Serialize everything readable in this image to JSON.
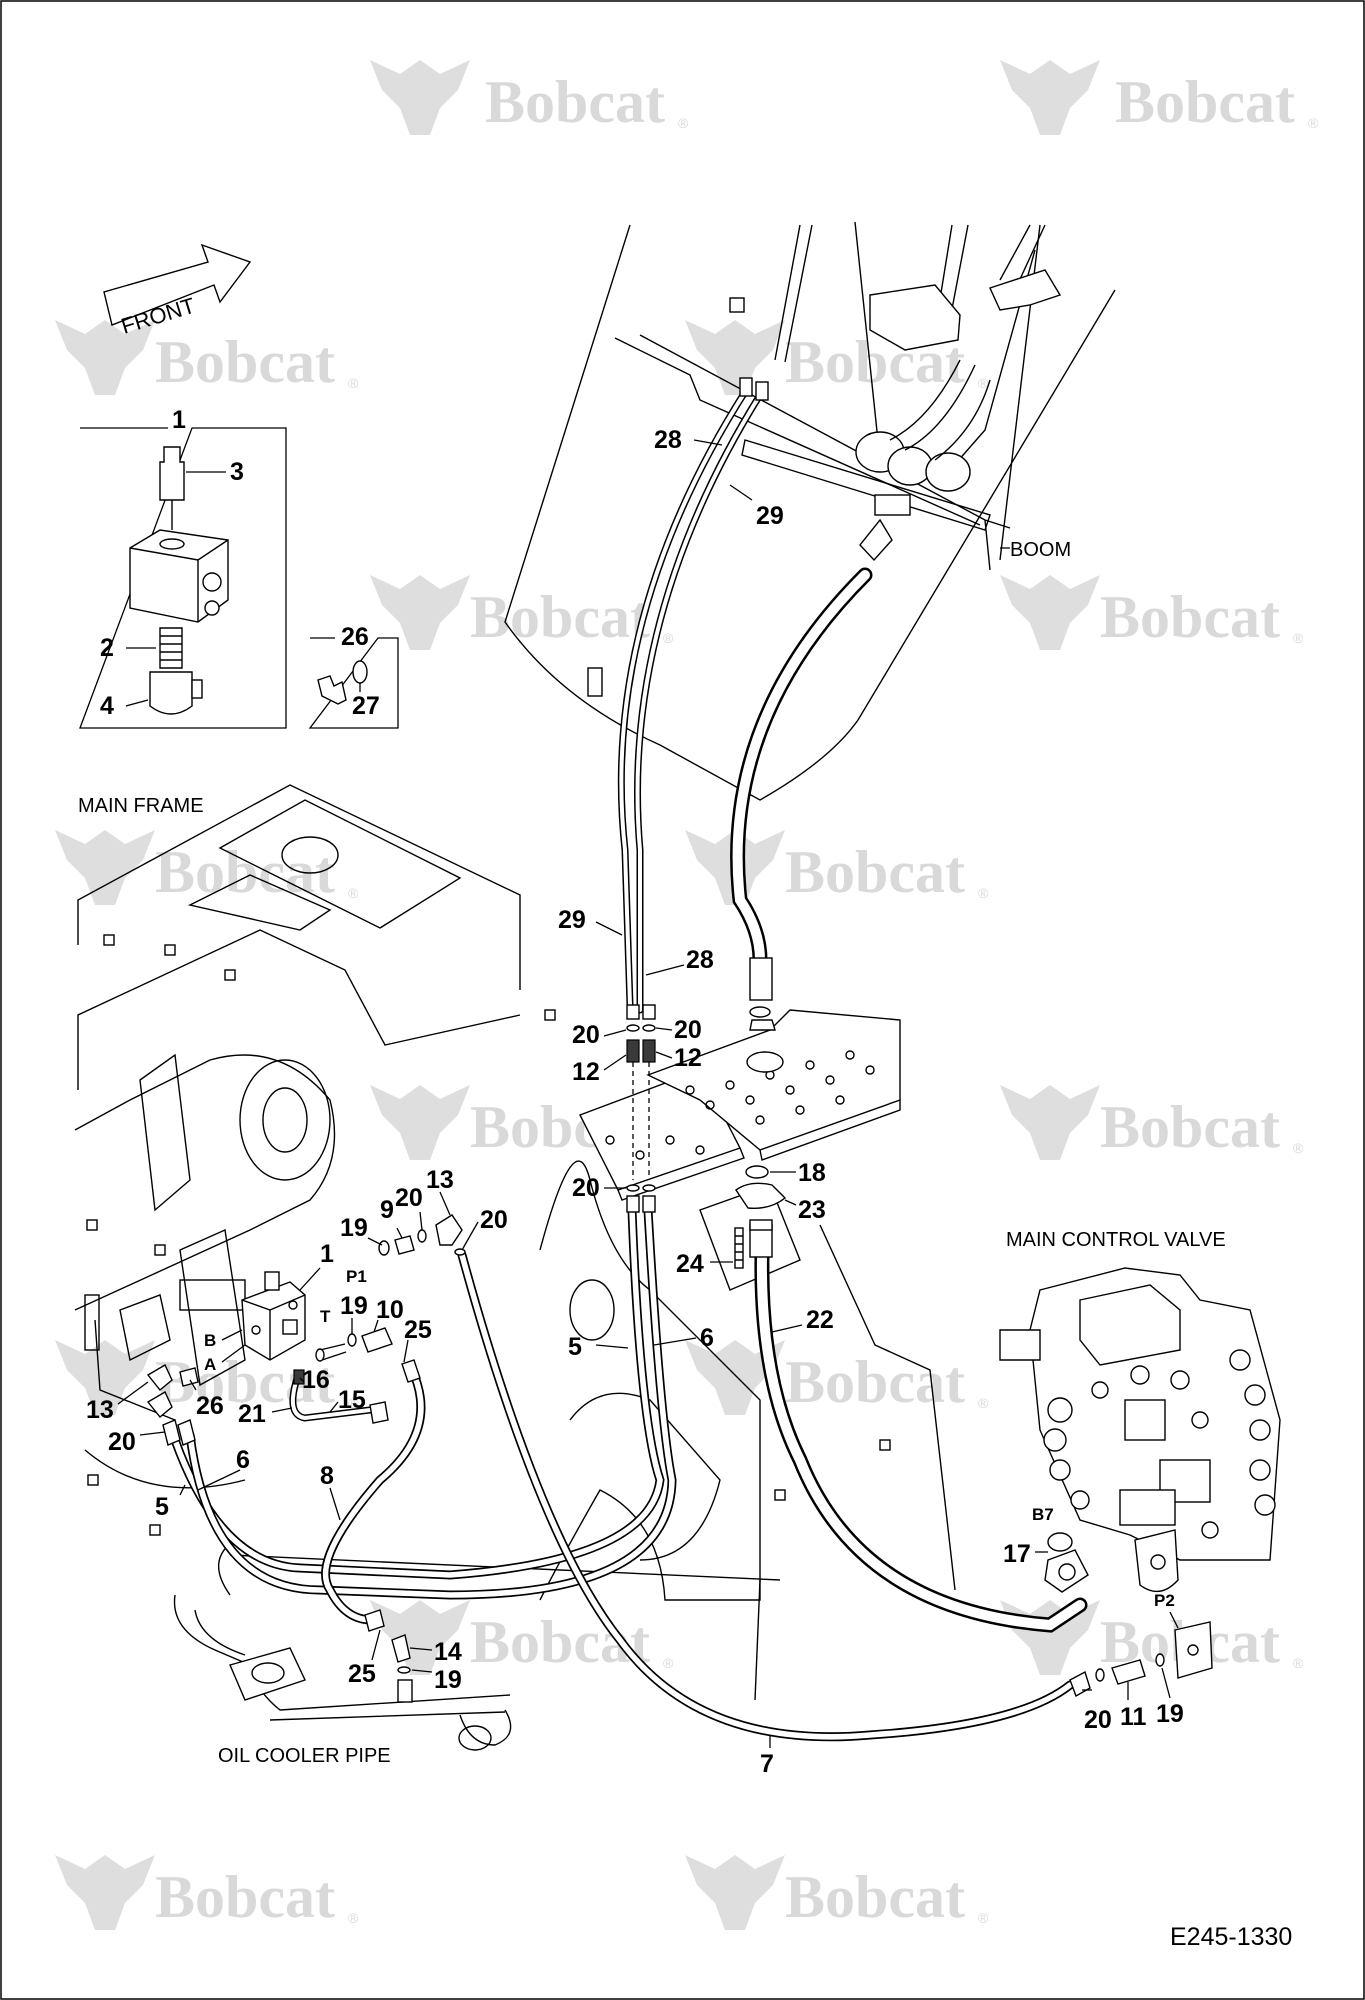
{
  "watermark": {
    "brand": "Bobcat",
    "reg_mark": "®",
    "color": "#d9d9d9"
  },
  "labels": {
    "front": "FRONT",
    "boom": "BOOM",
    "main_frame": "MAIN FRAME",
    "main_control_valve": "MAIN CONTROL VALVE",
    "oil_cooler_pipe": "OIL COOLER PIPE",
    "drawing_code": "E245-1330"
  },
  "port_letters": {
    "p1": "P1",
    "t": "T",
    "b": "B",
    "a": "A",
    "b7": "B7",
    "p2": "P2"
  },
  "callouts": {
    "inset_1": "1",
    "inset_2": "2",
    "inset_3": "3",
    "inset_4": "4",
    "inset_26": "26",
    "inset_27": "27",
    "c28_top": "28",
    "c29_top": "29",
    "c29_mid": "29",
    "c28_mid": "28",
    "c20_a": "20",
    "c20_b": "20",
    "c12_a": "12",
    "c12_b": "12",
    "c20_c": "20",
    "c18": "18",
    "c23": "23",
    "c24": "24",
    "c22": "22",
    "c5_mid": "5",
    "c6_mid": "6",
    "c13_top": "13",
    "c20_d": "20",
    "c20_e": "20",
    "c9": "9",
    "c19_a": "19",
    "c1_main": "1",
    "c19_b": "19",
    "c10": "10",
    "c25_a": "25",
    "c13_left": "13",
    "c26_main": "26",
    "c16": "16",
    "c15": "15",
    "c21": "21",
    "c20_f": "20",
    "c6_left": "6",
    "c5_left": "5",
    "c8": "8",
    "c14": "14",
    "c25_b": "25",
    "c19_c": "19",
    "c7": "7",
    "c17": "17",
    "c20_g": "20",
    "c11": "11",
    "c19_d": "19"
  }
}
